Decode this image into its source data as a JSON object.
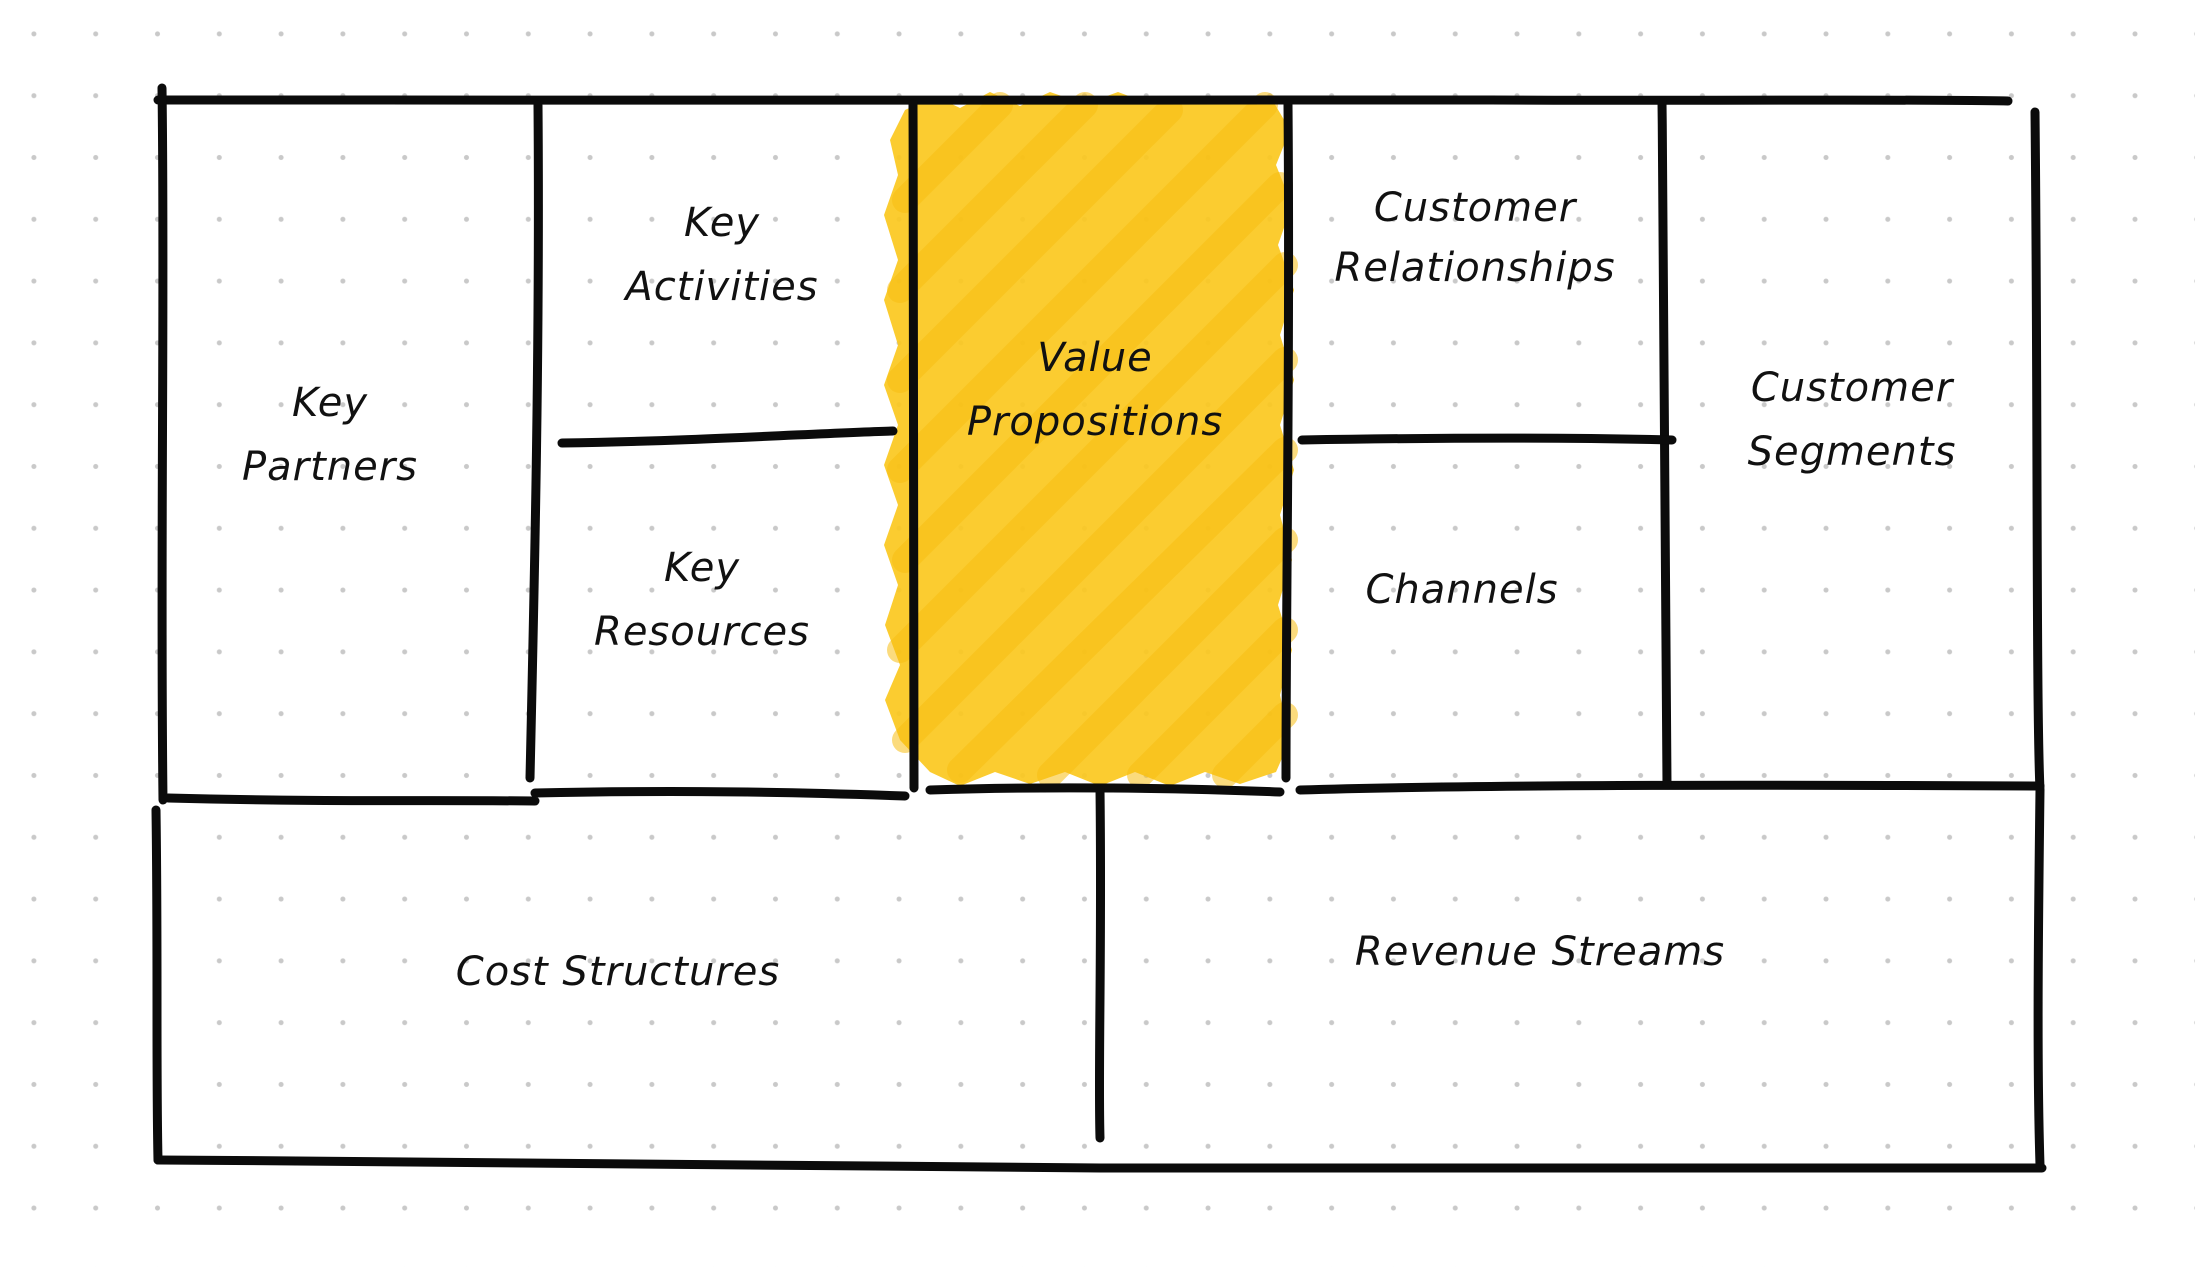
{
  "canvas": {
    "highlight_color": "#fbc81e",
    "ink_color": "#0b0b0b",
    "grid_dot_color": "#c9c9c9",
    "highlighted_block": "value_propositions"
  },
  "blocks": {
    "key_partners": "Key\nPartners",
    "key_activities": "Key\nActivities",
    "key_resources": "Key\nResources",
    "value_propositions": "Value\nPropositions",
    "customer_relationships": "Customer\nRelationships",
    "channels": "Channels",
    "customer_segments": "Customer\nSegments",
    "cost_structures": "Cost Structures",
    "revenue_streams": "Revenue  Streams"
  }
}
